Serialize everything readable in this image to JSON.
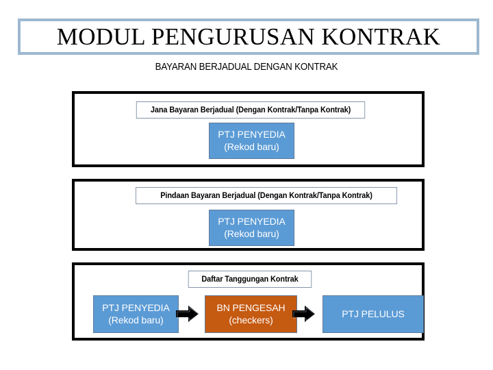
{
  "title": {
    "text": "MODUL PENGURUSAN KONTRAK",
    "border_color": "#9DB8D0"
  },
  "subtitle": {
    "text": "BAYARAN BERJADUAL DENGAN KONTRAK"
  },
  "colors": {
    "blue": "#5B9BD5",
    "blue_border": "#5F799A",
    "orange": "#C55A11",
    "frame_black": "#000000",
    "caption_border": "#8496AB",
    "title_border": "#9DB8D0",
    "arrow": "#000000"
  },
  "sections": [
    {
      "name": "jana-bayaran",
      "caption": "Jana Bayaran Berjadual (Dengan Kontrak/Tanpa Kontrak)",
      "steps": [
        {
          "line1": "PTJ PENYEDIA",
          "line2": "(Rekod baru)",
          "color": "#5B9BD5"
        }
      ]
    },
    {
      "name": "pindaan-bayaran",
      "caption": "Pindaan Bayaran Berjadual (Dengan Kontrak/Tanpa Kontrak)",
      "steps": [
        {
          "line1": "PTJ PENYEDIA",
          "line2": "(Rekod baru)",
          "color": "#5B9BD5"
        }
      ]
    },
    {
      "name": "daftar-tanggungan",
      "caption": "Daftar Tanggungan Kontrak",
      "steps": [
        {
          "line1": "PTJ PENYEDIA",
          "line2": "(Rekod baru)",
          "color": "#5B9BD5"
        },
        {
          "line1": "BN PENGESAH",
          "line2": "(checkers)",
          "color": "#C55A11"
        },
        {
          "line1": "PTJ PELULUS",
          "line2": "",
          "color": "#5B9BD5"
        }
      ],
      "arrows": [
        {
          "name": "arrow-right-icon"
        },
        {
          "name": "arrow-right-icon"
        }
      ]
    }
  ]
}
